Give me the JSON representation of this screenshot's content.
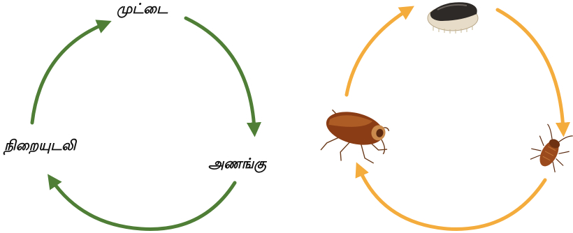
{
  "labels": {
    "egg": "முட்டை",
    "nymph": "அணங்கு",
    "adult": "நிறையுடலி"
  },
  "colors": {
    "text_cycle_arrow": "#4f7f36",
    "image_cycle_arrow": "#f4ac3c"
  },
  "illustrations": {
    "egg": "cockroach-ootheca-image",
    "nymph": "cockroach-nymph-image",
    "adult": "adult-cockroach-image"
  }
}
